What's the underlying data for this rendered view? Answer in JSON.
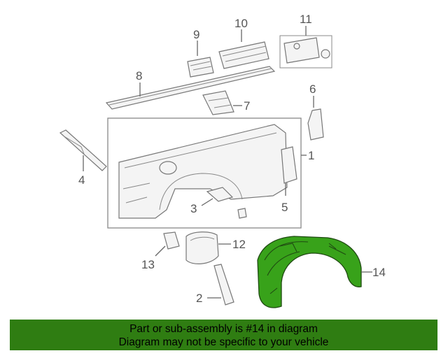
{
  "callouts": {
    "c1": "1",
    "c2": "2",
    "c3": "3",
    "c4": "4",
    "c5": "5",
    "c6": "6",
    "c7": "7",
    "c8": "8",
    "c9": "9",
    "c10": "10",
    "c11": "11",
    "c12": "12",
    "c13": "13",
    "c14": "14"
  },
  "highlighted_part": "14",
  "colors": {
    "highlight": "#38a21a",
    "banner": "#2f7d12"
  },
  "banner": {
    "line1": "Part or sub-assembly is #14 in diagram",
    "line2": "Diagram may not be specific to your vehicle"
  }
}
